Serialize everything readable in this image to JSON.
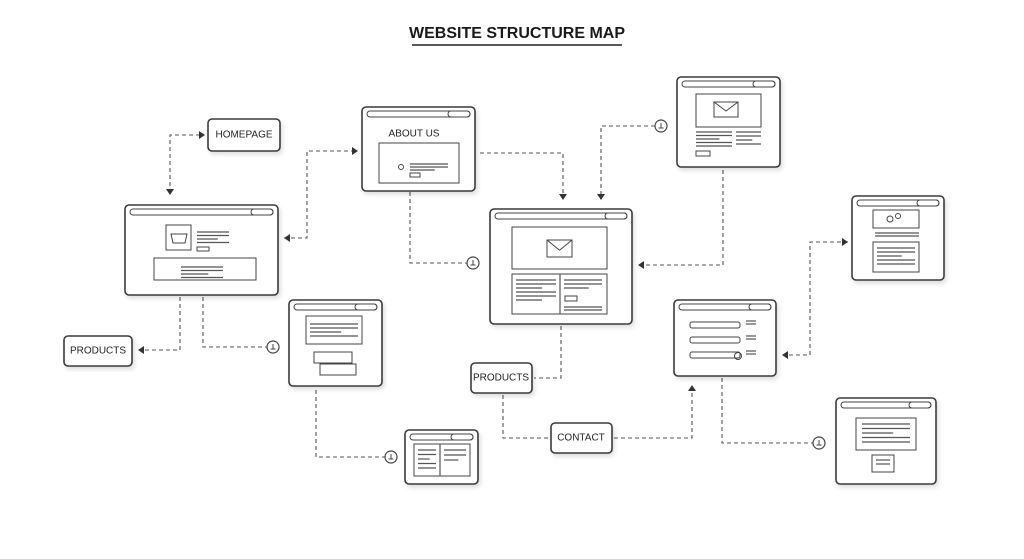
{
  "title": "WEBSITE STRUCTURE MAP",
  "nodes": {
    "homepage": "HOMEPAGE",
    "about_us": "ABOUT US",
    "products_left": "PRODUCTS",
    "products_center": "PRODUCTS",
    "contact": "CONTACT"
  },
  "colors": {
    "stroke": "#3a3a3a",
    "background": "#ffffff"
  }
}
